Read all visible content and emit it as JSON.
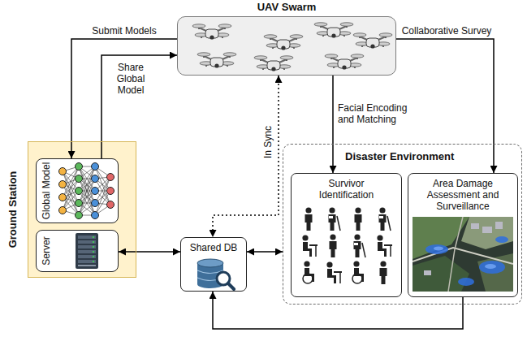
{
  "diagram": {
    "nodes": [
      {
        "text": [
          "UAV Swarm"
        ]
      },
      {
        "text": [
          "Ground Station"
        ]
      },
      {
        "text": [
          "Global Model"
        ],
        "in": 1
      },
      {
        "text": [
          "Server"
        ],
        "in": 1
      },
      {
        "text": [
          "Shared DB"
        ]
      },
      {
        "text": [
          "Disaster Environment"
        ]
      },
      {
        "text": [
          "Survivor Identification"
        ],
        "in": 5
      },
      {
        "text": [
          "Area Damage Assessment and Surveillance"
        ],
        "in": 5
      }
    ],
    "edges": [
      {
        "from": 0,
        "to": 2,
        "label": "Submit Models",
        "arrow": "to"
      },
      {
        "from": 2,
        "to": 0,
        "label": "Share Global Model",
        "arrow": "to"
      },
      {
        "from": 0,
        "to": 6,
        "label": "Facial Encoding and Matching",
        "arrow": "to"
      },
      {
        "from": 0,
        "to": 7,
        "label": "Collaborative Survey",
        "arrow": "to"
      },
      {
        "from": 0,
        "to": 4,
        "label": "In Sync",
        "arrow": "both"
      },
      {
        "from": 3,
        "to": 4,
        "arrow": "both"
      },
      {
        "from": 4,
        "to": 5,
        "arrow": "both"
      },
      {
        "from": 7,
        "to": 4,
        "arrow": "to"
      }
    ]
  }
}
